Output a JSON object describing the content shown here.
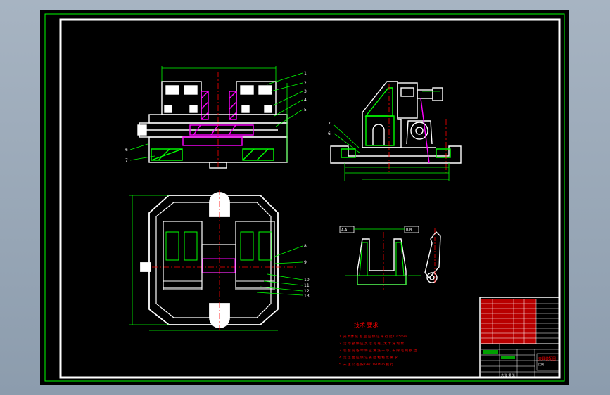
{
  "colors": {
    "viewport_bg": "#9aa9b8",
    "sheet_bg": "#000000",
    "frame": "#ffffff",
    "leader": "#00ff00",
    "hatch": "#ff00ff",
    "center_line": "#ff0000",
    "dimension": "#00ff00",
    "text": "#ffffff",
    "title_block_fill": "#ff0000"
  },
  "drawing": {
    "tech_req_title": "技术 要求",
    "tech_req_lines": [
      "1. 夹 具体 装 配 后 应 保 证 平 行 度 0.05mm",
      "2. 活 动 部 件 应 灵 活 可 靠 , 无 卡 滞 现 象",
      "3. 装 配 前 各 零 件 应 清 洗 干 净 , 去 除 毛 刺 锐 边",
      "4. 定 位 面 应 保 证 表 面 粗 糙 度 要 求",
      "5. 未 注 公 差 按 GB/T1804-m 执 行"
    ],
    "balloons_top_right": [
      "1",
      "2",
      "3",
      "4",
      "5"
    ],
    "balloons_top_left": [
      "6",
      "7"
    ],
    "balloons_plan": [
      "8",
      "9",
      "10",
      "11",
      "12",
      "13"
    ],
    "balloons_side": [
      "7",
      "6"
    ],
    "section_labels": [
      "A-A",
      "B-B"
    ],
    "title_block": {
      "drawing_name": "夹具装配图",
      "scale_label": "比例",
      "sheet_label": "共 张 第 张"
    }
  }
}
